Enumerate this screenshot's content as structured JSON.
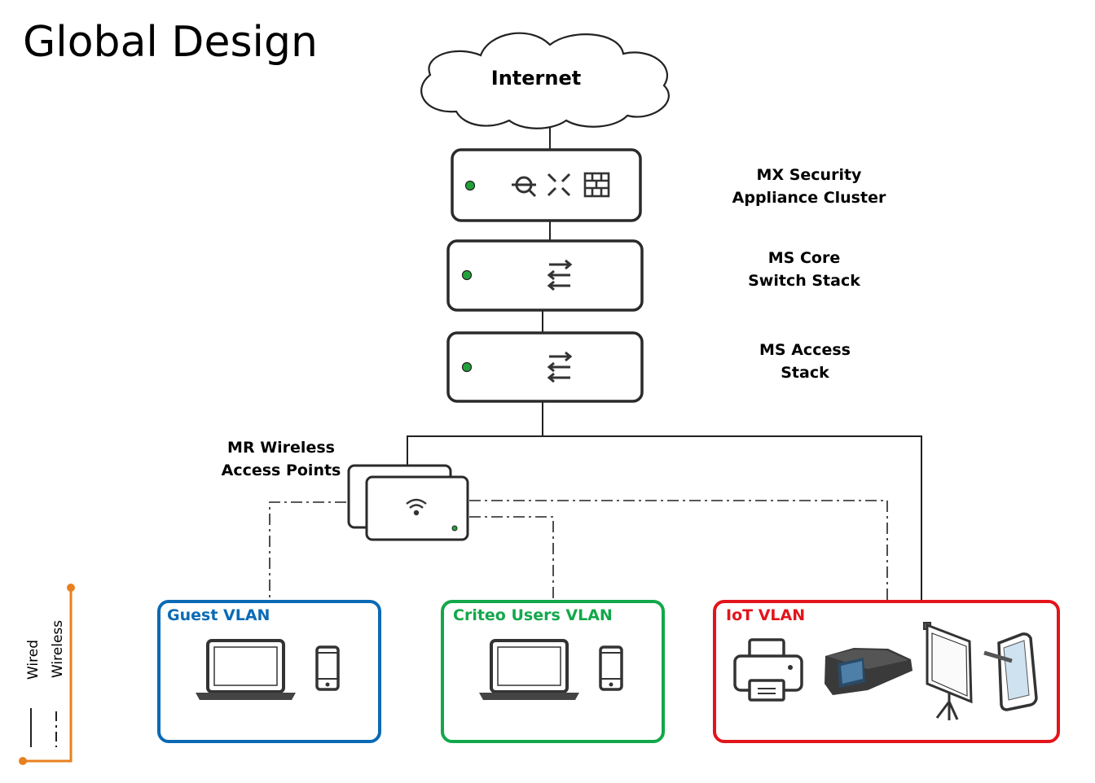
{
  "title": "Global Design",
  "nodes": {
    "internet": "Internet",
    "mx": {
      "line1": "MX Security",
      "line2": "Appliance Cluster"
    },
    "ms_core": {
      "line1": "MS Core",
      "line2": "Switch Stack"
    },
    "ms_access": {
      "line1": "MS Access",
      "line2": "Stack"
    },
    "mr": {
      "line1": "MR Wireless",
      "line2": "Access Points"
    }
  },
  "vlans": [
    {
      "id": "guest",
      "label": "Guest VLAN",
      "color": "#0a6ab5"
    },
    {
      "id": "criteo",
      "label": "Criteo Users VLAN",
      "color": "#12a84a"
    },
    {
      "id": "iot",
      "label": "IoT VLAN",
      "color": "#e3141b"
    }
  ],
  "legend": {
    "wired": "Wired",
    "wireless": "Wireless",
    "accent": "#e8801e"
  },
  "colors": {
    "led": "#22a13a",
    "line": "#222222"
  }
}
